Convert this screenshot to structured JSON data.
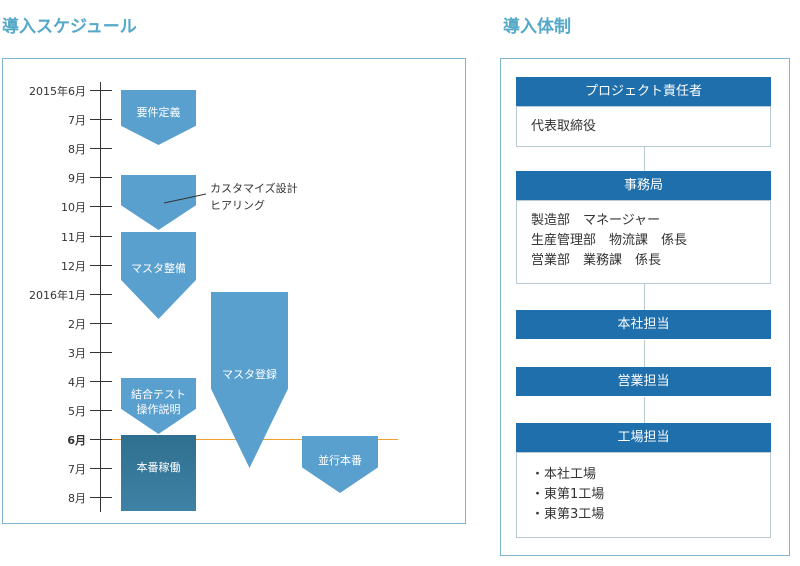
{
  "headings": {
    "schedule": "導入スケジュール",
    "org": "導入体制"
  },
  "timeline": {
    "months": [
      "2015年6月",
      "7月",
      "8月",
      "9月",
      "10月",
      "11月",
      "12月",
      "2016年1月",
      "2月",
      "3月",
      "4月",
      "5月",
      "6月",
      "7月",
      "8月"
    ],
    "current_month_index": 12,
    "accent_color": "#f0a030",
    "bar_color": "#5aa0cf",
    "active_bar_color": "#2f6f8f"
  },
  "phases": {
    "requirements": "要件定義",
    "hearing_note": [
      "カスタマイズ設計",
      "ヒアリング"
    ],
    "master_prep": "マスタ整備",
    "integration_test": [
      "結合テスト",
      "操作説明"
    ],
    "production": "本番稼働",
    "master_register": "マスタ登録",
    "parallel": "並行本番"
  },
  "org": {
    "pm": {
      "title": "プロジェクト責任者",
      "members": [
        "代表取締役"
      ]
    },
    "office": {
      "title": "事務局",
      "members": [
        "製造部　マネージャー",
        "生産管理部　物流課　係長",
        "営業部　業務課　係長"
      ]
    },
    "hq": {
      "title": "本社担当"
    },
    "sales": {
      "title": "営業担当"
    },
    "factory": {
      "title": "工場担当",
      "members": [
        "・本社工場",
        "・東第1工場",
        "・東第3工場"
      ]
    },
    "header_color": "#1f6fad"
  }
}
